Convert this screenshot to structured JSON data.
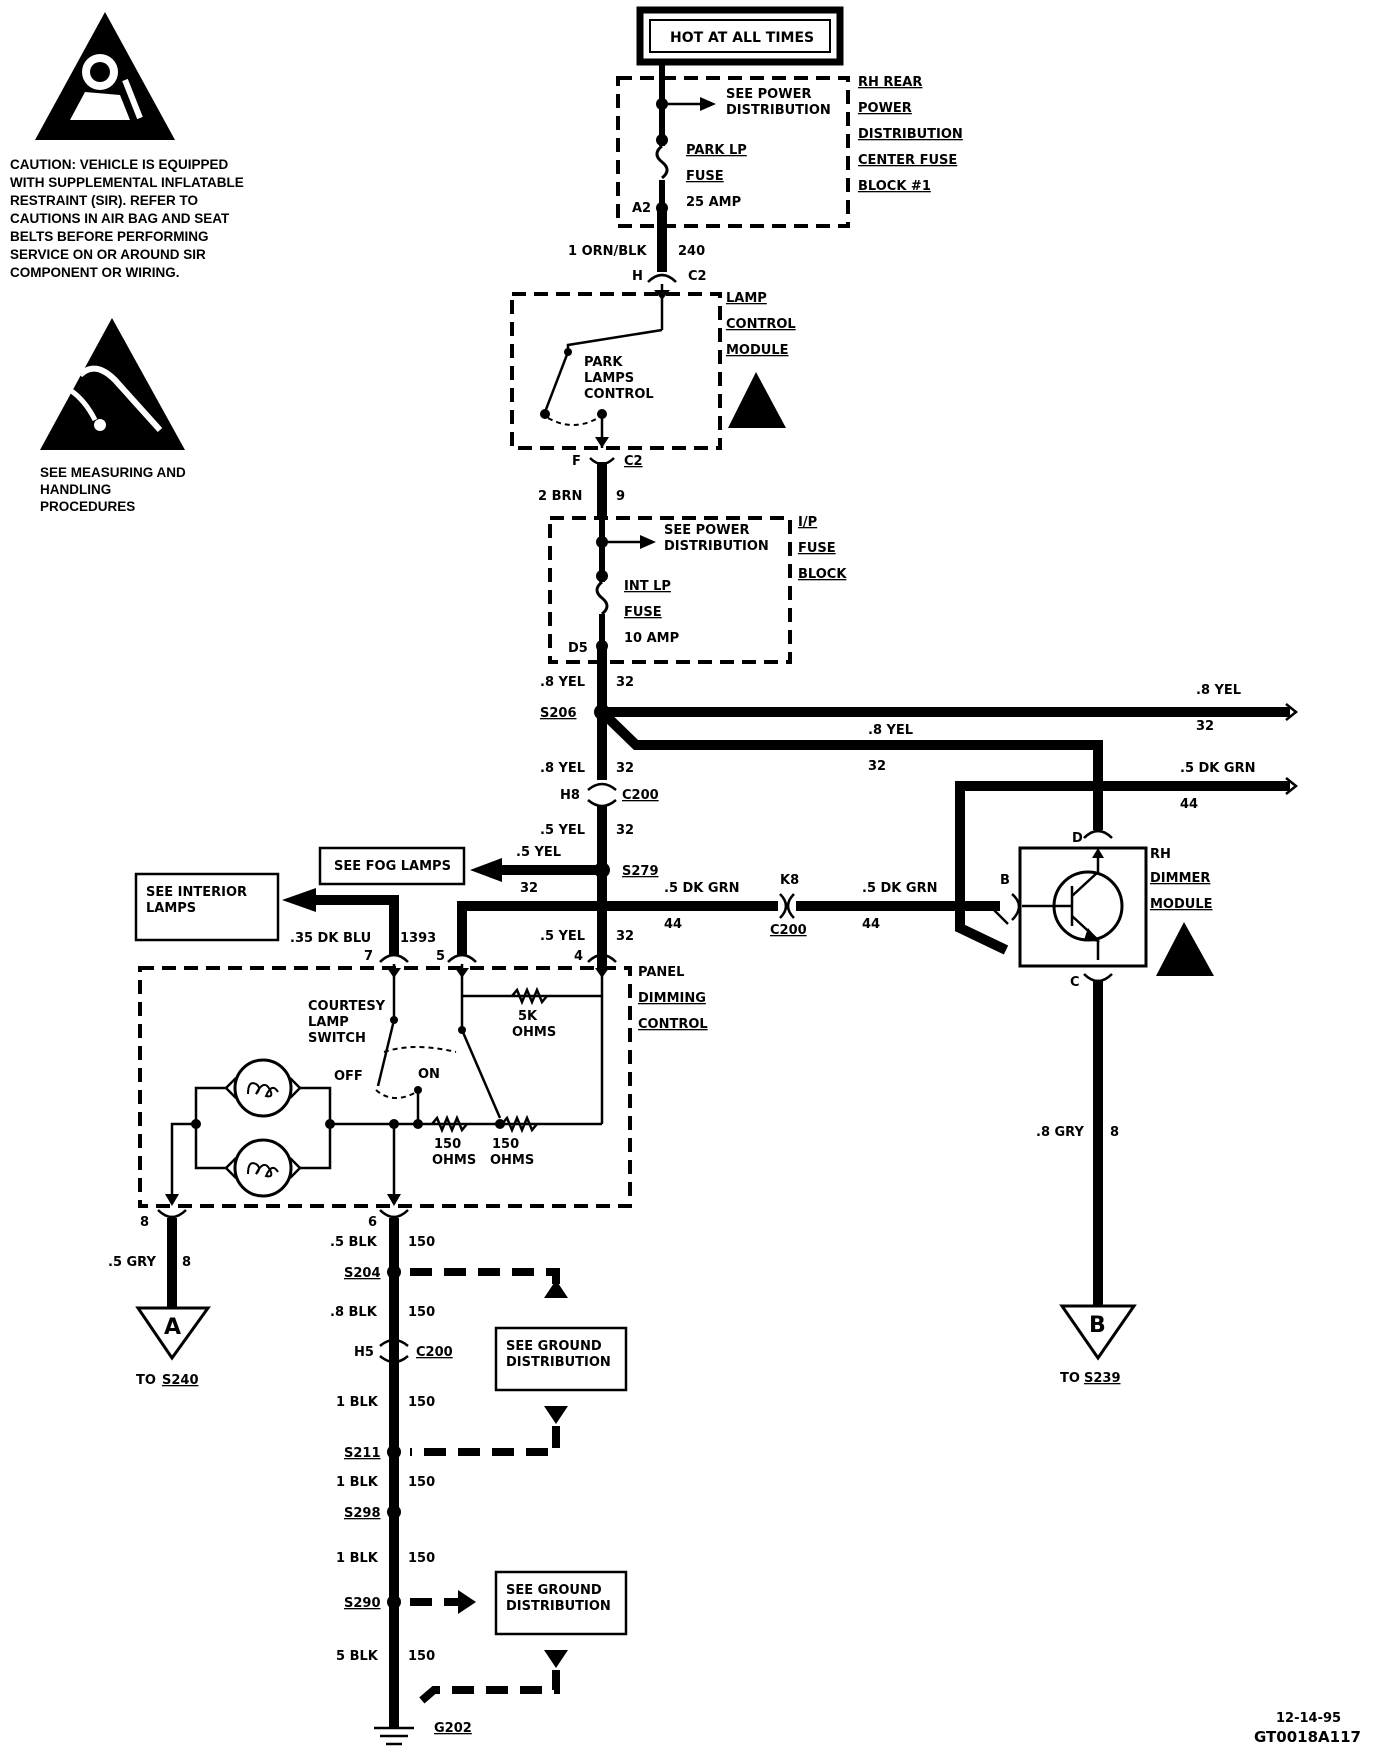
{
  "caution": {
    "text": "CAUTION: VEHICLE IS EQUIPPED WITH SUPPLEMENTAL INFLATABLE RESTRAINT (SIR). REFER TO CAUTIONS IN AIR BAG AND SEAT BELTS BEFORE PERFORMING SERVICE ON OR AROUND SIR COMPONENT OR WIRING.",
    "esd_text": "SEE MEASURING AND HANDLING PROCEDURES"
  },
  "hot_box": "HOT AT ALL TIMES",
  "rh_rear": {
    "see_power": [
      "SEE POWER",
      "DISTRIBUTION"
    ],
    "block_label": [
      "RH REAR",
      "POWER",
      "DISTRIBUTION",
      "CENTER FUSE",
      "BLOCK #1"
    ],
    "fuse": [
      "PARK LP",
      "FUSE",
      "25 AMP"
    ],
    "pin": "A2"
  },
  "wire_240": {
    "size_color": "1 ORN/BLK",
    "circuit": "240",
    "pin": "H",
    "conn": "C2"
  },
  "lamp_control": {
    "block_label": [
      "LAMP",
      "CONTROL",
      "MODULE"
    ],
    "switch_label": [
      "PARK",
      "LAMPS",
      "CONTROL"
    ]
  },
  "wire_9": {
    "pin": "F",
    "conn": "C2",
    "size_color": "2 BRN",
    "circuit": "9"
  },
  "ip_fuse": {
    "see_power": [
      "SEE POWER",
      "DISTRIBUTION"
    ],
    "block_label": [
      "I/P",
      "FUSE",
      "BLOCK"
    ],
    "fuse": [
      "INT LP",
      "FUSE",
      "10 AMP"
    ],
    "pin": "D5"
  },
  "wire_32a": {
    "size_color": ".8 YEL",
    "circuit": "32"
  },
  "s206": "S206",
  "branch_right1": {
    "size_color": ".8 YEL",
    "circuit": "32"
  },
  "branch_right2": {
    "size_color": ".8 YEL",
    "circuit": "32"
  },
  "wire_32b": {
    "size_color": ".8 YEL",
    "circuit": "32",
    "pin": "H8",
    "conn": "C200"
  },
  "wire_44_right": {
    "size_color": ".5 DK GRN",
    "circuit": "44"
  },
  "wire_32c": {
    "size_color": ".5 YEL",
    "circuit": "32"
  },
  "s279": "S279",
  "fog": {
    "label": "SEE FOG LAMPS",
    "size_color": ".5 YEL",
    "circuit": "32"
  },
  "interior": {
    "label": [
      "SEE INTERIOR",
      "LAMPS"
    ],
    "size_color": ".35 DK BLU",
    "circuit": "1393"
  },
  "wire_44_mid": {
    "size_color": ".5 DK GRN",
    "circuit": "44",
    "pin": "K8",
    "conn": "C200",
    "size_color2": ".5 DK GRN",
    "circuit2": "44"
  },
  "wire_32d": {
    "size_color": ".5 YEL",
    "circuit": "32"
  },
  "dimmer": {
    "label": [
      "RH",
      "DIMMER",
      "MODULE"
    ],
    "pins": {
      "d": "D",
      "b": "B",
      "c": "C"
    }
  },
  "panel": {
    "label": [
      "PANEL",
      "DIMMING",
      "CONTROL"
    ],
    "pins": {
      "p7": "7",
      "p5": "5",
      "p4": "4",
      "p6": "6",
      "p8": "8"
    },
    "switch": [
      "COURTESY",
      "LAMP",
      "SWITCH"
    ],
    "off": "OFF",
    "on": "ON",
    "r5k": [
      "5K",
      "OHMS"
    ],
    "r150a": [
      "150",
      "OHMS"
    ],
    "r150b": [
      "150",
      "OHMS"
    ]
  },
  "wire_8": {
    "size_color": ".5 GRY",
    "circuit": "8",
    "dest_letter": "A",
    "to_label": "TO",
    "to_splice": "S240"
  },
  "wire_8b": {
    "size_color": ".8 GRY",
    "circuit": "8",
    "dest_letter": "B",
    "to_label": "TO",
    "to_splice": "S239"
  },
  "ground_chain": {
    "w1": {
      "size_color": ".5 BLK",
      "circuit": "150"
    },
    "s204": "S204",
    "w2": {
      "size_color": ".8 BLK",
      "circuit": "150"
    },
    "c200": {
      "pin": "H5",
      "conn": "C200"
    },
    "w3": {
      "size_color": "1 BLK",
      "circuit": "150"
    },
    "s211": "S211",
    "w4": {
      "size_color": "1 BLK",
      "circuit": "150"
    },
    "s298": "S298",
    "w5": {
      "size_color": "1 BLK",
      "circuit": "150"
    },
    "s290": "S290",
    "w6": {
      "size_color": "5 BLK",
      "circuit": "150"
    },
    "g202": "G202",
    "see_ground1": [
      "SEE GROUND",
      "DISTRIBUTION"
    ],
    "see_ground2": [
      "SEE GROUND",
      "DISTRIBUTION"
    ]
  },
  "footer": {
    "date": "12-14-95",
    "code": "GT0018A117"
  }
}
